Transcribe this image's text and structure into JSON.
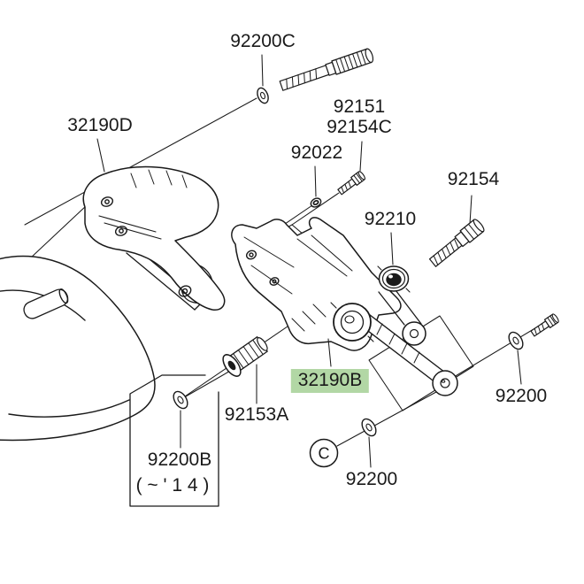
{
  "diagram": {
    "type": "parts-diagram",
    "background_color": "#ffffff",
    "line_color": "#1a1a1a",
    "highlight_color": "#b2d7a5",
    "parts": {
      "p92200c": {
        "label": "92200C"
      },
      "p32190d": {
        "label": "32190D"
      },
      "p92151": {
        "label": "92151"
      },
      "p92154c": {
        "label": "92154C"
      },
      "p92022": {
        "label": "92022"
      },
      "p92210": {
        "label": "92210"
      },
      "p92154": {
        "label": "92154"
      },
      "p32190b": {
        "label": "32190B",
        "highlighted": true
      },
      "p92153a": {
        "label": "92153A"
      },
      "p92200b": {
        "label": "92200B",
        "note": "( ~ ' 1 4 )"
      },
      "p92200_right": {
        "label": "92200"
      },
      "p92200_bottom": {
        "label": "92200"
      },
      "detail_c": {
        "label": "C"
      }
    }
  }
}
